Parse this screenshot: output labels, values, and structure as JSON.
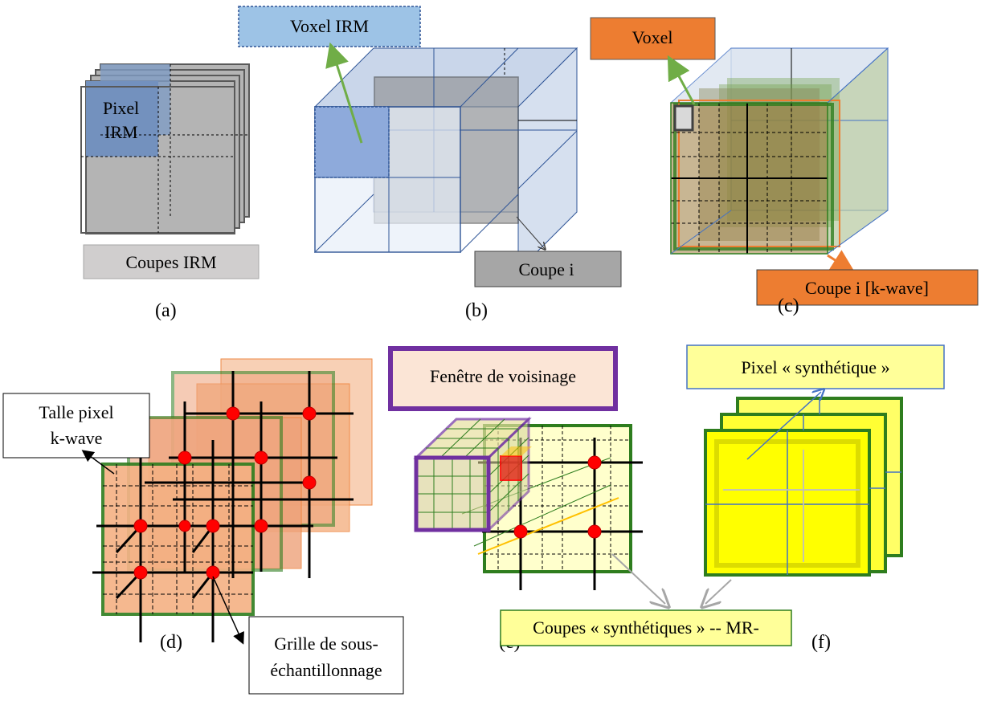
{
  "labels": {
    "voxel_irm": "Voxel IRM",
    "pixel_irm_line1": "Pixel",
    "pixel_irm_line2": "IRM",
    "coupes_irm": "Coupes IRM",
    "coupe_i": "Coupe i",
    "voxel": "Voxel",
    "coupe_i_kwave": "Coupe i [k-wave]",
    "taille_pixel_line1": "Talle pixel",
    "taille_pixel_line2": "k-wave",
    "grille_line1": "Grille de sous-",
    "grille_line2": "échantillonnage",
    "fenetre": "Fenêtre de voisinage",
    "pixel_synth": "Pixel « synthétique »",
    "coupes_synth": "Coupes « synthétiques » -- MR-"
  },
  "captions": {
    "a": "(a)",
    "b": "(b)",
    "c": "(c)",
    "d": "(d)",
    "e": "(e)",
    "f": "(f)"
  },
  "colors": {
    "gray_slice": "#a6a6a6",
    "gray_border": "#595959",
    "irm_blue": "#8eaadb",
    "cube_border": "#2f5597",
    "orange": "#ed7d31",
    "green": "#2e7d1e",
    "purple": "#7030a0",
    "yellow": "#ffff66",
    "red": "#ff0000"
  }
}
